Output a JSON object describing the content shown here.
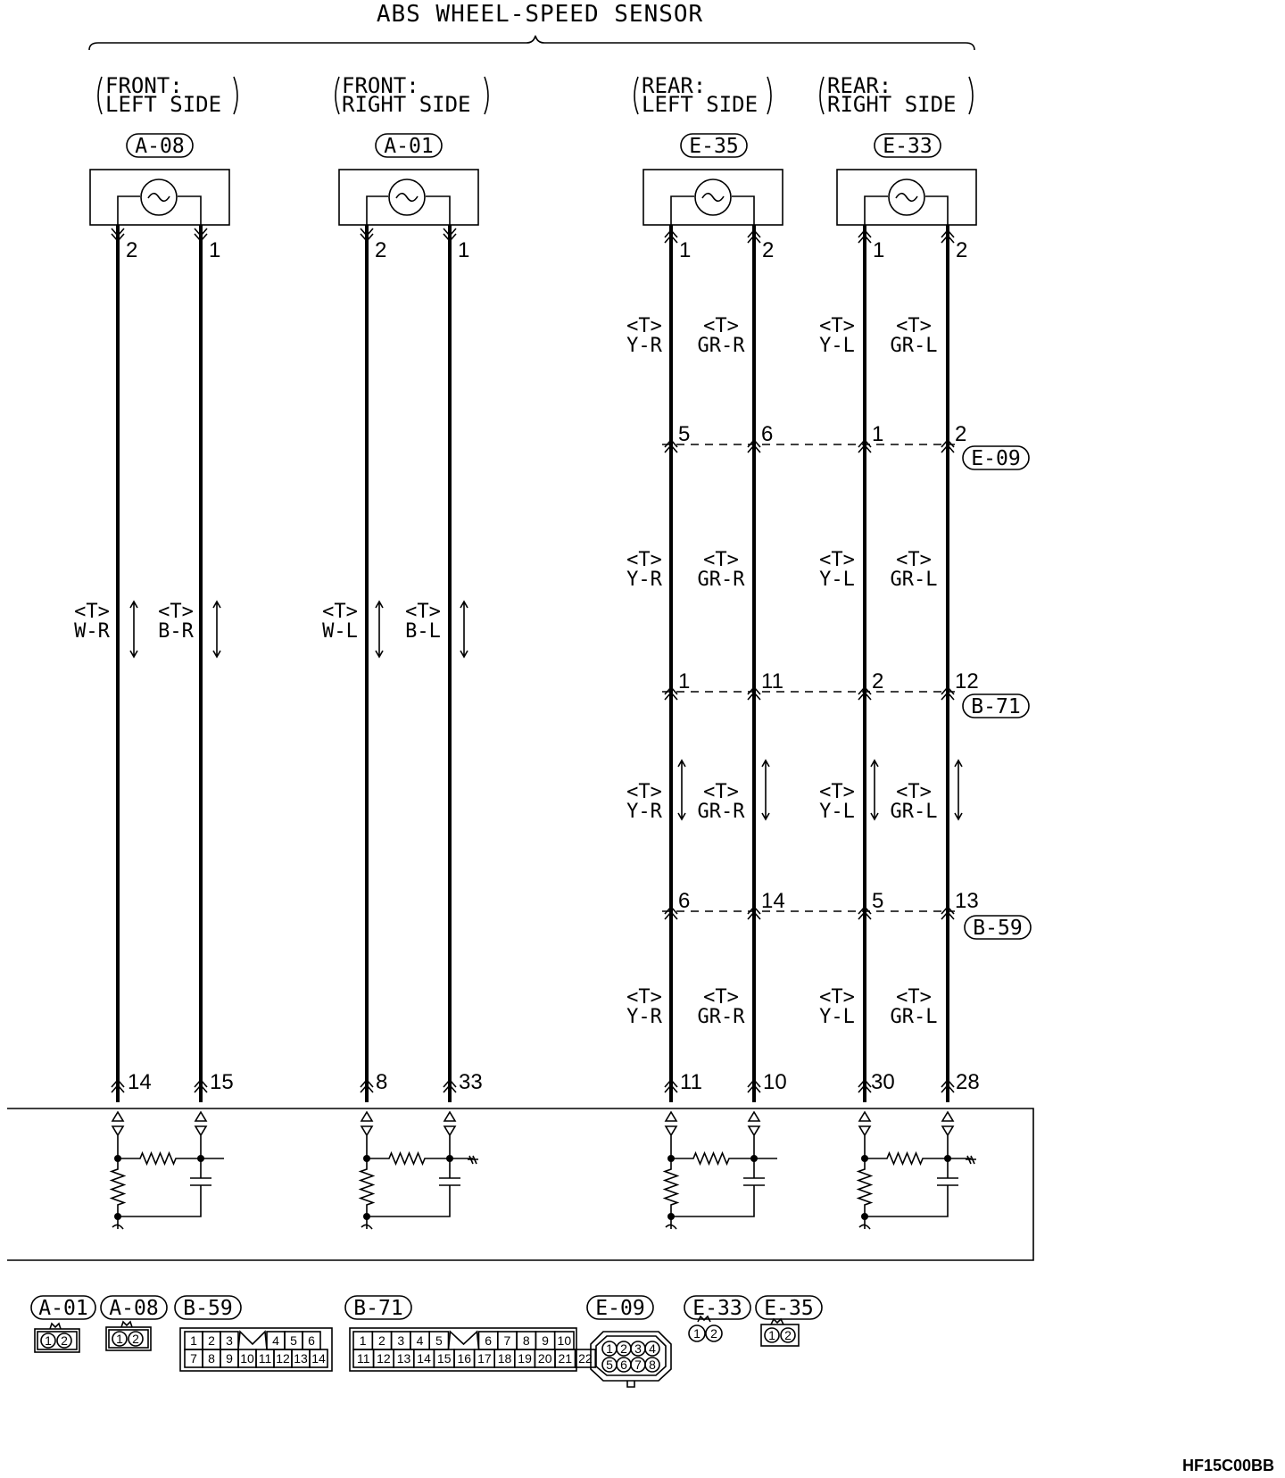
{
  "title": "ABS WHEEL-SPEED SENSOR",
  "drawing_code": "HF15C00BB",
  "sensors": [
    {
      "location_line1": "FRONT:",
      "location_line2": "LEFT SIDE",
      "connector": "A-08",
      "pins_top": [
        "2",
        "1"
      ],
      "pins_bottom": [
        "14",
        "15"
      ],
      "wire_labels": [
        [
          "<T>",
          "W-R"
        ],
        [
          "<T>",
          "B-R"
        ]
      ]
    },
    {
      "location_line1": "FRONT:",
      "location_line2": "RIGHT SIDE",
      "connector": "A-01",
      "pins_top": [
        "2",
        "1"
      ],
      "pins_bottom": [
        "8",
        "33"
      ],
      "wire_labels": [
        [
          "<T>",
          "W-L"
        ],
        [
          "<T>",
          "B-L"
        ]
      ]
    },
    {
      "location_line1": "REAR:",
      "location_line2": "LEFT SIDE",
      "connector": "E-35",
      "pins_top": [
        "1",
        "2"
      ],
      "pins_bottom": [
        "11",
        "10"
      ],
      "wire_labels": [
        [
          "<T>",
          "Y-R"
        ],
        [
          "<T>",
          "GR-R"
        ]
      ]
    },
    {
      "location_line1": "REAR:",
      "location_line2": "RIGHT SIDE",
      "connector": "E-33",
      "pins_top": [
        "1",
        "2"
      ],
      "pins_bottom": [
        "30",
        "28"
      ],
      "wire_labels": [
        [
          "<T>",
          "Y-L"
        ],
        [
          "<T>",
          "GR-L"
        ]
      ]
    }
  ],
  "junctions": [
    {
      "connector": "E-09",
      "pins": [
        "5",
        "6",
        "1",
        "2"
      ]
    },
    {
      "connector": "B-71",
      "pins": [
        "1",
        "11",
        "2",
        "12"
      ]
    },
    {
      "connector": "B-59",
      "pins": [
        "6",
        "14",
        "5",
        "13"
      ]
    }
  ],
  "connector_legend": [
    {
      "name": "A-01",
      "pins": [
        "1",
        "2"
      ]
    },
    {
      "name": "A-08",
      "pins": [
        "1",
        "2"
      ]
    },
    {
      "name": "B-59",
      "pins": [
        "1",
        "2",
        "3",
        "4",
        "5",
        "6",
        "7",
        "8",
        "9",
        "10",
        "11",
        "12",
        "13",
        "14"
      ]
    },
    {
      "name": "B-71",
      "pins": [
        "1",
        "2",
        "3",
        "4",
        "5",
        "6",
        "7",
        "8",
        "9",
        "10",
        "11",
        "12",
        "13",
        "14",
        "15",
        "16",
        "17",
        "18",
        "19",
        "20",
        "21",
        "22"
      ]
    },
    {
      "name": "E-09",
      "pins": [
        "1",
        "2",
        "3",
        "4",
        "5",
        "6",
        "7",
        "8"
      ]
    },
    {
      "name": "E-33",
      "pins": [
        "1",
        "2"
      ]
    },
    {
      "name": "E-35",
      "pins": [
        "1",
        "2"
      ]
    }
  ]
}
